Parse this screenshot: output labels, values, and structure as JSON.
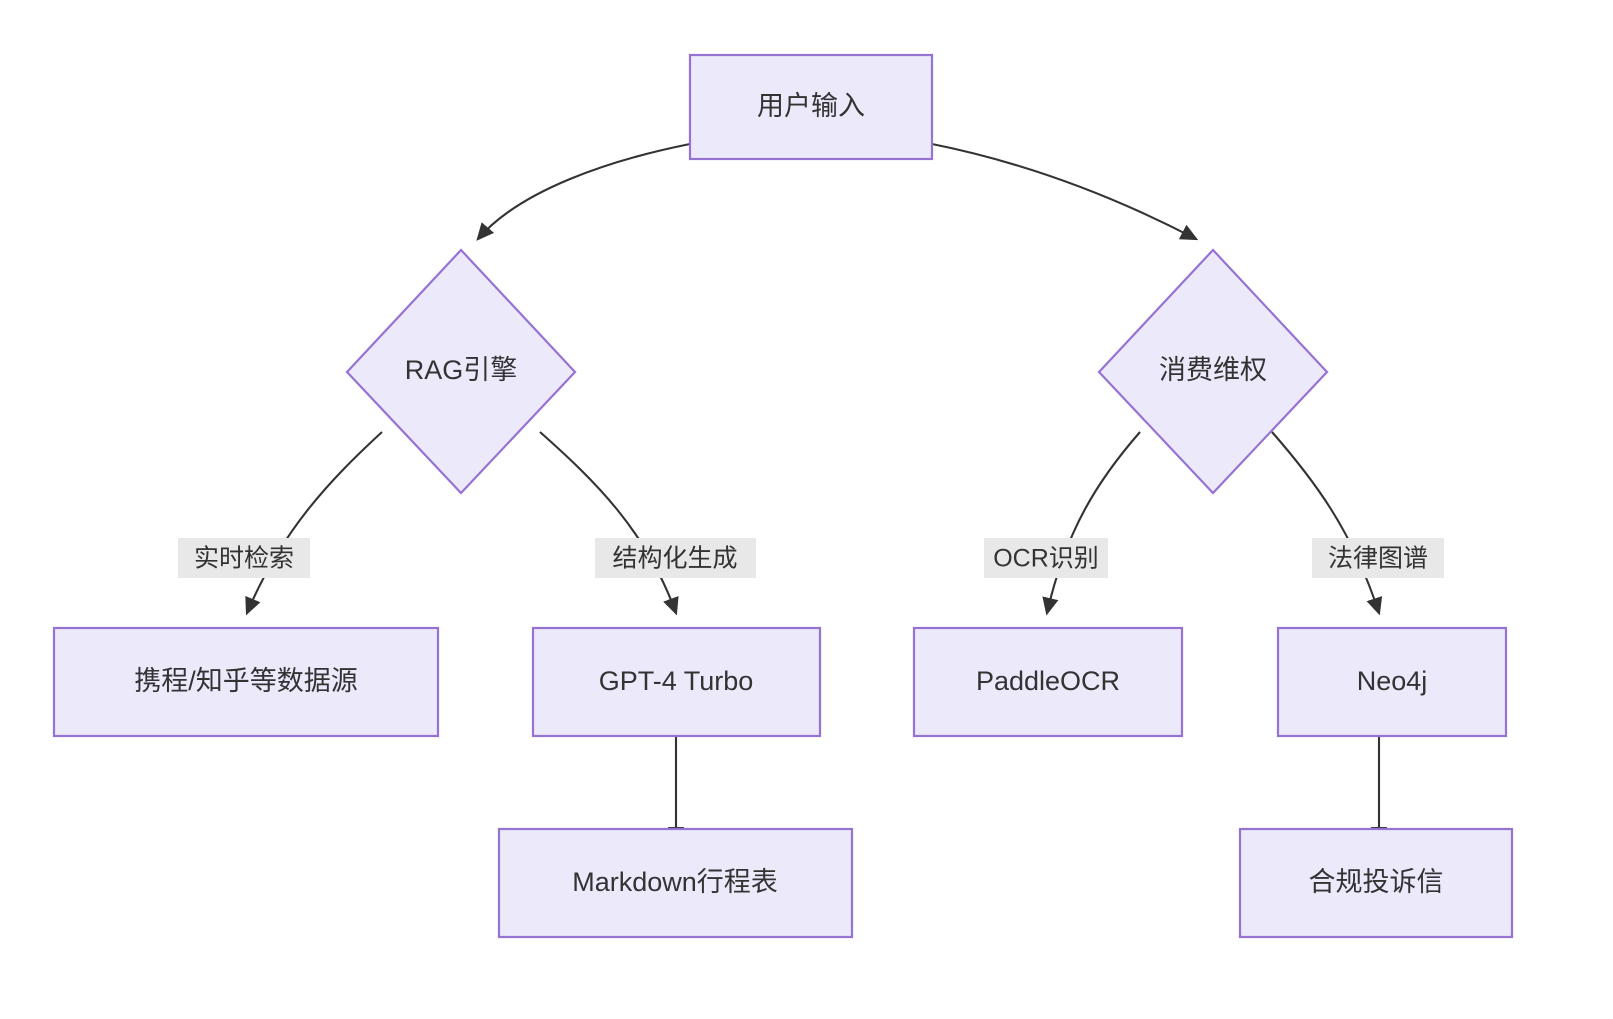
{
  "diagram": {
    "type": "flowchart",
    "direction": "top-down",
    "title": "",
    "background_color": "#FFFFFF",
    "node_fill_color": "#ECE9FB",
    "node_border_color": "#9673D3",
    "edge_color": "#333333",
    "edge_label_background_color": "#E8E8E8",
    "text_color": "#333333",
    "nodes": [
      {
        "id": "user-input",
        "label": "用户输入",
        "shape": "rectangle"
      },
      {
        "id": "rag-engine",
        "label": "RAG引擎",
        "shape": "diamond"
      },
      {
        "id": "consumer-rights",
        "label": "消费维权",
        "shape": "diamond"
      },
      {
        "id": "data-sources",
        "label": "携程/知乎等数据源",
        "shape": "rectangle"
      },
      {
        "id": "gpt4-turbo",
        "label": "GPT-4 Turbo",
        "shape": "rectangle"
      },
      {
        "id": "paddleocr",
        "label": "PaddleOCR",
        "shape": "rectangle"
      },
      {
        "id": "neo4j",
        "label": "Neo4j",
        "shape": "rectangle"
      },
      {
        "id": "markdown-itinerary",
        "label": "Markdown行程表",
        "shape": "rectangle"
      },
      {
        "id": "complaint-letter",
        "label": "合规投诉信",
        "shape": "rectangle"
      }
    ],
    "edges": [
      {
        "from": "user-input",
        "to": "rag-engine",
        "label": ""
      },
      {
        "from": "user-input",
        "to": "consumer-rights",
        "label": ""
      },
      {
        "from": "rag-engine",
        "to": "data-sources",
        "label": "实时检索"
      },
      {
        "from": "rag-engine",
        "to": "gpt4-turbo",
        "label": "结构化生成"
      },
      {
        "from": "consumer-rights",
        "to": "paddleocr",
        "label": "OCR识别"
      },
      {
        "from": "consumer-rights",
        "to": "neo4j",
        "label": "法律图谱"
      },
      {
        "from": "gpt4-turbo",
        "to": "markdown-itinerary",
        "label": ""
      },
      {
        "from": "neo4j",
        "to": "complaint-letter",
        "label": ""
      }
    ],
    "edge_labels": {
      "realtime_retrieval": "实时检索",
      "structured_generation": "结构化生成",
      "ocr_recognition": "OCR识别",
      "legal_graph": "法律图谱"
    }
  }
}
